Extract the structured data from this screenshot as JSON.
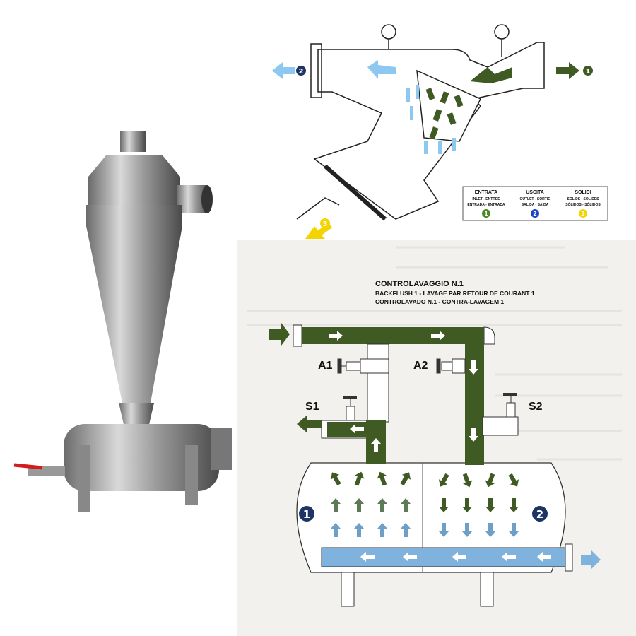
{
  "legend": {
    "entrata": {
      "title": "ENTRATA",
      "line1": "INLET - ENTREE",
      "line2": "ENTRADA - ENTRADA",
      "num": "1"
    },
    "uscita": {
      "title": "USCITA",
      "line1": "OUTLET - SORTIE",
      "line2": "SALIDA - SAÍDA",
      "num": "2"
    },
    "solidi": {
      "title": "SOLIDI",
      "line1": "SOLIDS - SOLIDES",
      "line2": "SÓLIDOS - SÓLIDOS",
      "num": "3"
    }
  },
  "top_diagram": {
    "inlet_num": "1",
    "outlet_num": "2",
    "solids_num": "3"
  },
  "backflush": {
    "title": "CONTROLAVAGGIO N.1",
    "subtitle1": "BACKFLUSH 1 - LAVAGE PAR RETOUR DE COURANT 1",
    "subtitle2": "CONTROLAVADO N.1 - CONTRA-LAVAGEM 1",
    "valves": {
      "a1": "A1",
      "a2": "A2",
      "s1": "S1",
      "s2": "S2"
    },
    "chambers": {
      "left": "1",
      "right": "2"
    }
  },
  "colors": {
    "green": "#3f5a22",
    "blue": "#7fb2dc",
    "dark_blue": "#1d3566",
    "yellow": "#f3d400",
    "light_blue_arrow": "#8cc8ef"
  }
}
